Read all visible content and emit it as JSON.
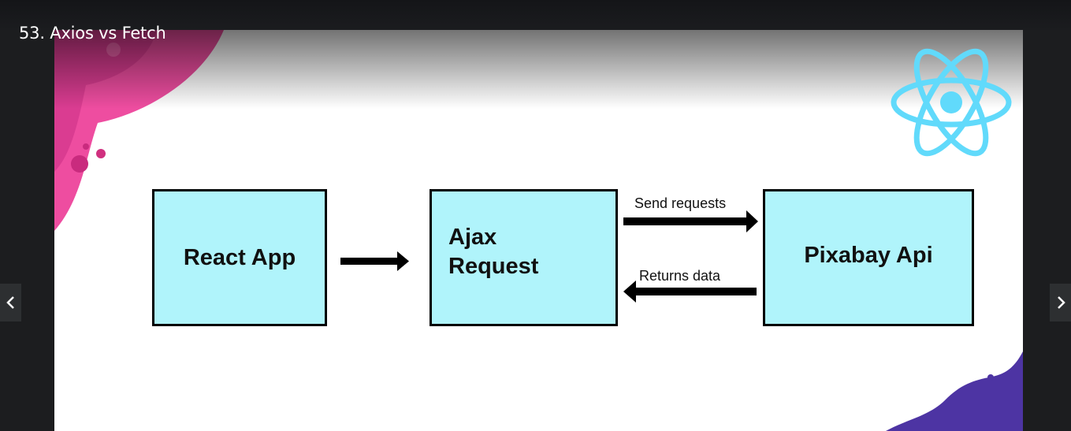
{
  "lesson": {
    "title": "53. Axios vs Fetch"
  },
  "slide": {
    "boxes": {
      "react_app": "React App",
      "ajax_request": "Ajax\nRequest",
      "pixabay_api": "Pixabay Api"
    },
    "arrows": {
      "send_requests": "Send requests",
      "returns_data": "Returns data"
    }
  },
  "icons": {
    "logo": "react-logo-icon",
    "prev": "chevron-left-icon",
    "next": "chevron-right-icon"
  },
  "colors": {
    "box_fill": "#b0f4fb",
    "react_blue": "#61dafb",
    "pink_blob": "#e83e8c",
    "purple_blob": "#4a2f9a",
    "player_bg": "#1c1d1f"
  }
}
